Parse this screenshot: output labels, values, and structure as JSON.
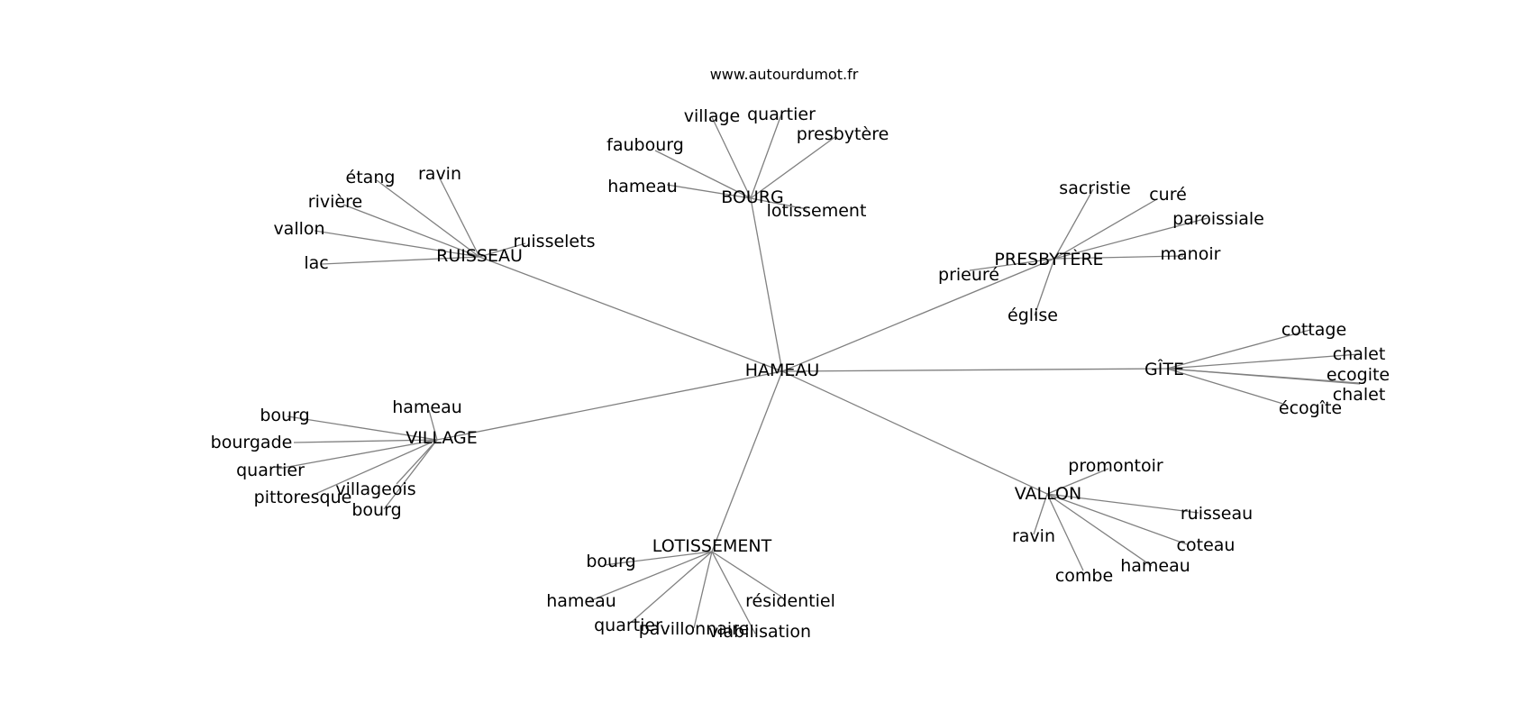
{
  "site": "www.autourdumot.fr",
  "root": "HAMEAU",
  "clusters": [
    {
      "id": "bourg",
      "label": "BOURG",
      "children": [
        "village",
        "quartier",
        "presbytère",
        "faubourg",
        "hameau",
        "lotissement"
      ]
    },
    {
      "id": "ruisseau",
      "label": "RUISSEAU",
      "children": [
        "ravin",
        "étang",
        "rivière",
        "vallon",
        "ruisselets",
        "lac"
      ]
    },
    {
      "id": "presbytere",
      "label": "PRESBYTÈRE",
      "children": [
        "sacristie",
        "curé",
        "paroissiale",
        "manoir",
        "prieuré",
        "église"
      ]
    },
    {
      "id": "gite",
      "label": "GÎTE",
      "children": [
        "cottage",
        "chalet",
        "ecogite",
        "chalet",
        "écogîte"
      ]
    },
    {
      "id": "village",
      "label": "VILLAGE",
      "children": [
        "hameau",
        "bourg",
        "bourgade",
        "quartier",
        "pittoresque",
        "villageois",
        "bourg"
      ]
    },
    {
      "id": "vallon",
      "label": "VALLON",
      "children": [
        "promontoir",
        "ruisseau",
        "ravin",
        "coteau",
        "combe",
        "hameau"
      ]
    },
    {
      "id": "lotissement",
      "label": "LOTISSEMENT",
      "children": [
        "bourg",
        "hameau",
        "résidentiel",
        "quartier",
        "pavillonnaire",
        "viabilisation"
      ]
    }
  ]
}
